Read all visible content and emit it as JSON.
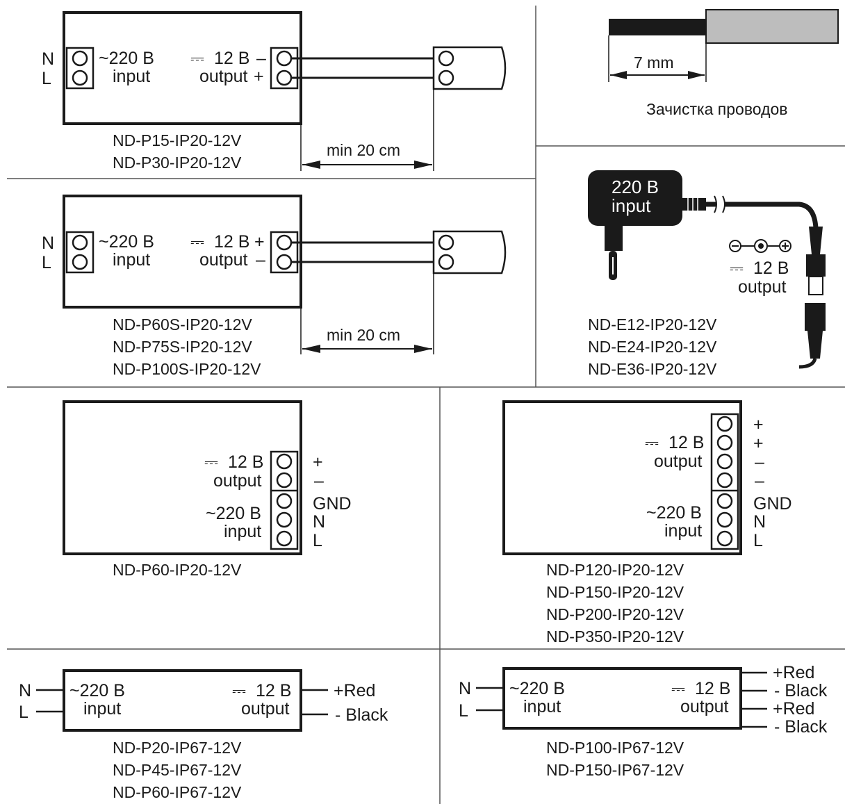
{
  "colors": {
    "ink": "#1a1a1a",
    "paper": "#ffffff",
    "insulation": "#bdbdbd",
    "wire": "#222222"
  },
  "labels": {
    "input_v": "~220 B",
    "input": "input",
    "output_v": "12 B",
    "output": "output",
    "dc_symbol": "⎓",
    "n": "N",
    "l": "L",
    "plus": "+",
    "minus": "–",
    "gnd": "GND",
    "red": "+Red",
    "black": "- Black",
    "min_dist": "min 20 cm",
    "strip_len": "7 mm",
    "strip_caption": "Зачистка проводов",
    "adapter_input_v": "220 B",
    "adapter_input": "input",
    "adapter_output_v": "12 B",
    "adapter_output": "output"
  },
  "models": {
    "p15_group": [
      "ND-P15-IP20-12V",
      "ND-P30-IP20-12V"
    ],
    "p60s_group": [
      "ND-P60S-IP20-12V",
      "ND-P75S-IP20-12V",
      "ND-P100S-IP20-12V"
    ],
    "e_group": [
      "ND-E12-IP20-12V",
      "ND-E24-IP20-12V",
      "ND-E36-IP20-12V"
    ],
    "p60_group": [
      "ND-P60-IP20-12V"
    ],
    "p120_group": [
      "ND-P120-IP20-12V",
      "ND-P150-IP20-12V",
      "ND-P200-IP20-12V",
      "ND-P350-IP20-12V"
    ],
    "ip67_a_group": [
      "ND-P20-IP67-12V",
      "ND-P45-IP67-12V",
      "ND-P60-IP67-12V"
    ],
    "ip67_b_group": [
      "ND-P100-IP67-12V",
      "ND-P150-IP67-12V"
    ]
  }
}
